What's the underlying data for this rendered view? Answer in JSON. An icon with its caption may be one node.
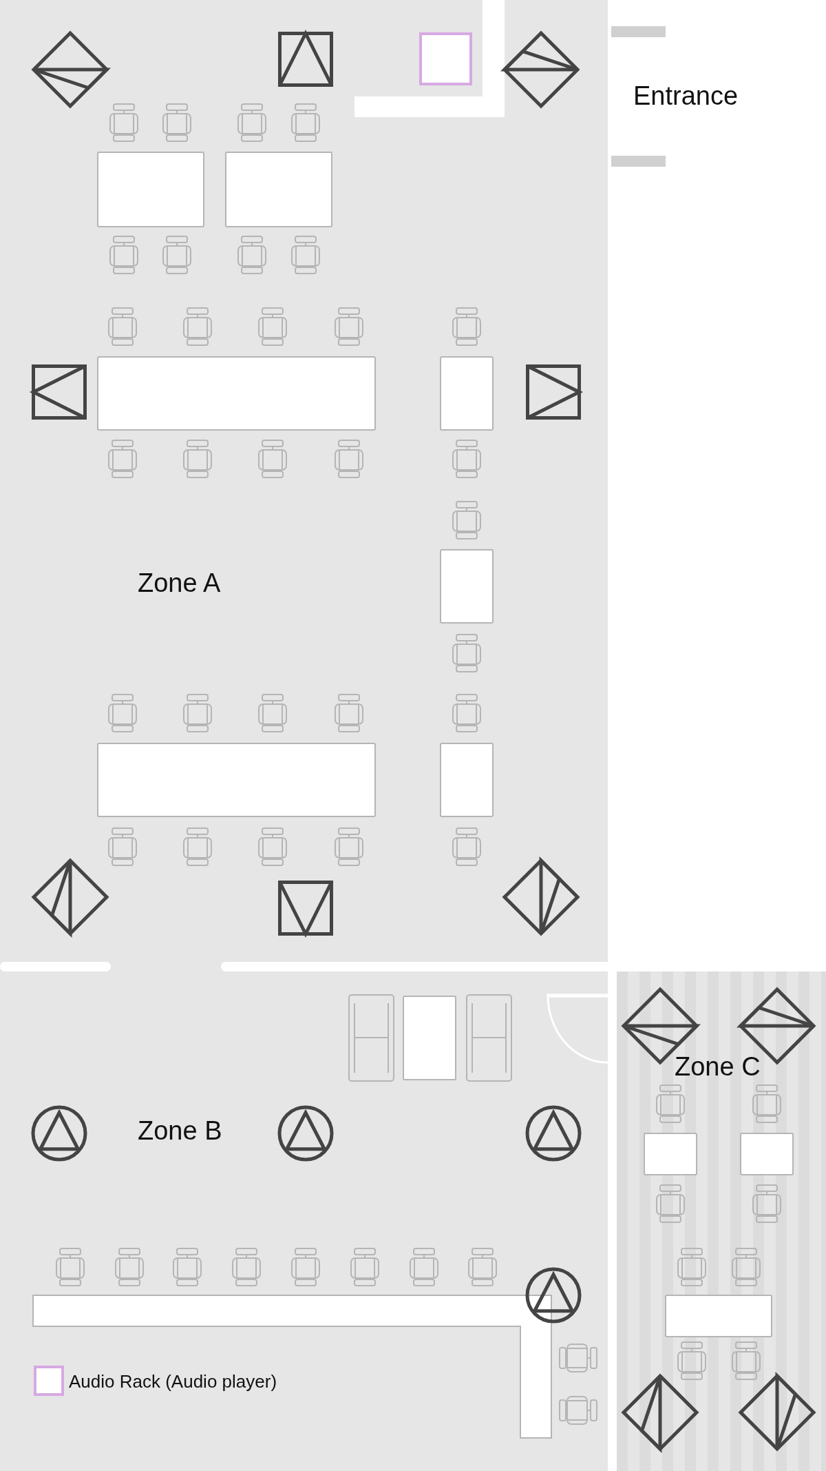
{
  "diagram": {
    "nodes": [
      {
        "text": [
          "Zone A"
        ]
      },
      {
        "text": [
          "Zone B"
        ]
      },
      {
        "text": [
          "Zone C"
        ]
      },
      {
        "text": [],
        "shape": "box",
        "in": 0
      }
    ],
    "labels": [
      "Entrance"
    ],
    "legend": [
      {
        "text": "Audio Rack (Audio player)",
        "color": "#d7a9e3"
      }
    ]
  }
}
